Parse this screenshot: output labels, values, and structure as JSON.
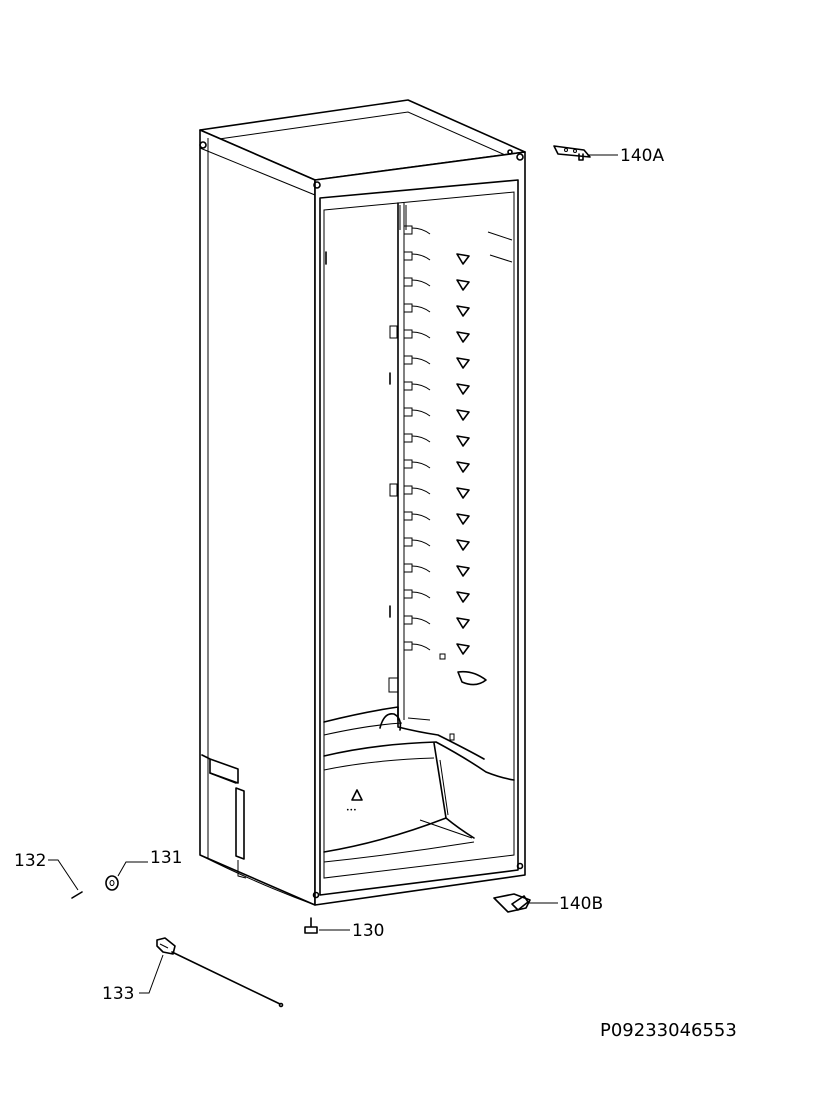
{
  "labels": {
    "p140a": "140A",
    "p140b": "140B",
    "p131": "131",
    "p132": "132",
    "p130": "130",
    "p133": "133"
  },
  "doc_id": "P09233046553"
}
